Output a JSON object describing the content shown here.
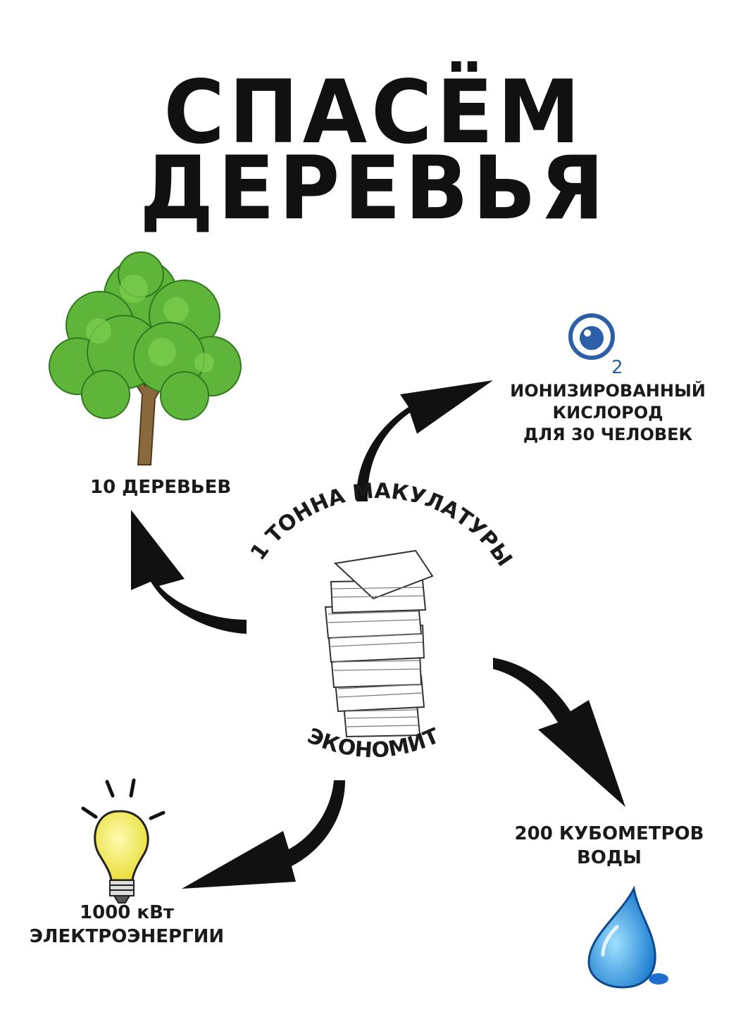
{
  "title": {
    "line1": "СПАСЁМ",
    "line2": "ДЕРЕВЬЯ"
  },
  "center": {
    "arc_top": "1 ТОННА МАКУЛАТУРЫ",
    "arc_bottom": "ЭКОНОМИТ"
  },
  "outcomes": {
    "trees": "10 ДЕРЕВЬЕВ",
    "oxygen": {
      "line1": "ИОНИЗИРОВАННЫЙ",
      "line2": "КИСЛОРОД",
      "line3": "ДЛЯ 30 ЧЕЛОВЕК"
    },
    "water": {
      "line1": "200 КУБОМЕТРОВ",
      "line2": "ВОДЫ"
    },
    "power": {
      "line1": "1000 кВт",
      "line2": "ЭЛЕКТРОЭНЕРГИИ"
    }
  },
  "icons": {
    "o2_symbol": "2",
    "tree": "tree-icon",
    "oxygen": "oxygen-icon",
    "paper": "paper-stack-icon",
    "bulb": "light-bulb-icon",
    "drop": "water-drop-icon"
  },
  "colors": {
    "tree_leaves": "#5fb53a",
    "tree_trunk": "#8a6a3c",
    "o2_blue": "#2c5fa8",
    "bulb_yellow": "#f5ee6a",
    "water_blue": "#3aa0e0",
    "ink": "#111111"
  }
}
